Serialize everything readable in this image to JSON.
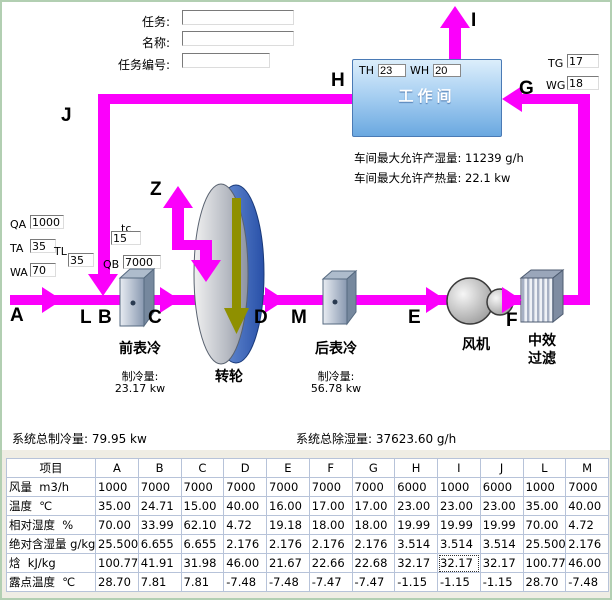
{
  "form": {
    "fields": [
      {
        "label": "任务:",
        "value": ""
      },
      {
        "label": "名称:",
        "value": ""
      },
      {
        "label": "任务编号:",
        "value": ""
      }
    ]
  },
  "workshop": {
    "title": "工作间",
    "th_label": "TH",
    "th_value": "23",
    "wh_label": "WH",
    "wh_value": "20",
    "tg_label": "TG",
    "tg_value": "17",
    "wg_label": "WG",
    "wg_value": "18",
    "max_moisture": "车间最大允许产湿量: 11239 g/h",
    "max_heat": "车间最大允许产热量: 22.1 kw"
  },
  "left_inputs": {
    "qa_label": "QA",
    "qa_value": "1000",
    "ta_label": "TA",
    "ta_value": "35",
    "tl_label": "TL",
    "tl_value": "35",
    "wa_label": "WA",
    "wa_value": "70",
    "tc_label": "tc",
    "tc_value": "15",
    "qb_label": "QB",
    "qb_value": "7000"
  },
  "nodes": {
    "A": "A",
    "B": "B",
    "C": "C",
    "D": "D",
    "E": "E",
    "F": "F",
    "G": "G",
    "H": "H",
    "I": "I",
    "J": "J",
    "L": "L",
    "M": "M",
    "Z": "Z"
  },
  "components": {
    "front_cooler": {
      "name": "前表冷",
      "cap_label": "制冷量:",
      "cap_value": "23.17 kw"
    },
    "wheel": {
      "name": "转轮"
    },
    "rear_cooler": {
      "name": "后表冷",
      "cap_label": "制冷量:",
      "cap_value": "56.78 kw"
    },
    "fan": {
      "name": "风机"
    },
    "filter": {
      "name_line1": "中效",
      "name_line2": "过滤"
    }
  },
  "summary": {
    "total_cooling": "系统总制冷量: 79.95 kw",
    "total_dehumidification": "系统总除湿量: 37623.60 g/h"
  },
  "colors": {
    "pipe": "#fb00fb",
    "wheel_arrow": "#8f9000",
    "workshop_fill": "#a9d0f2"
  },
  "table": {
    "header": [
      "项目",
      "A",
      "B",
      "C",
      "D",
      "E",
      "F",
      "G",
      "H",
      "I",
      "J",
      "L",
      "M"
    ],
    "rows": [
      {
        "label": "风量  m3/h",
        "values": [
          "1000",
          "7000",
          "7000",
          "7000",
          "7000",
          "7000",
          "7000",
          "6000",
          "1000",
          "6000",
          "1000",
          "7000"
        ]
      },
      {
        "label": "温度  ℃",
        "values": [
          "35.00",
          "24.71",
          "15.00",
          "40.00",
          "16.00",
          "17.00",
          "17.00",
          "23.00",
          "23.00",
          "23.00",
          "35.00",
          "40.00"
        ]
      },
      {
        "label": "相对湿度  %",
        "values": [
          "70.00",
          "33.99",
          "62.10",
          "4.72",
          "19.18",
          "18.00",
          "18.00",
          "19.99",
          "19.99",
          "19.99",
          "70.00",
          "4.72"
        ]
      },
      {
        "label": "绝对含湿量 g/kg",
        "values": [
          "25.500",
          "6.655",
          "6.655",
          "2.176",
          "2.176",
          "2.176",
          "2.176",
          "3.514",
          "3.514",
          "3.514",
          "25.500",
          "2.176"
        ]
      },
      {
        "label": "焓  kJ/kg",
        "values": [
          "100.77",
          "41.91",
          "31.98",
          "46.00",
          "21.67",
          "22.66",
          "22.68",
          "32.17",
          "32.17",
          "32.17",
          "100.77",
          "46.00"
        ]
      },
      {
        "label": "露点温度  ℃",
        "values": [
          "28.70",
          "7.81",
          "7.81",
          "-7.48",
          "-7.48",
          "-7.47",
          "-7.47",
          "-1.15",
          "-1.15",
          "-1.15",
          "28.70",
          "-7.48"
        ]
      }
    ],
    "selected_cell": {
      "row": 4,
      "col": 8
    }
  }
}
